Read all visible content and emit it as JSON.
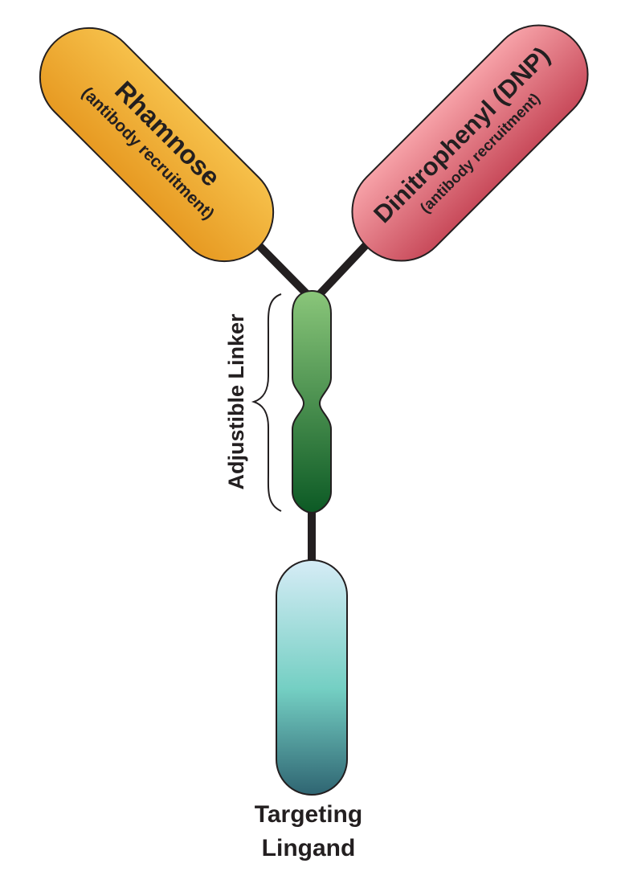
{
  "left_arm": {
    "title": "Rhamnose",
    "subtitle": "(antibody recruitment)"
  },
  "right_arm": {
    "title": "Dinitrophenyl (DNP)",
    "subtitle": "(antibody recruitment)"
  },
  "linker": {
    "label": "Adjustible Linker"
  },
  "ligand": {
    "line1": "Targeting",
    "line2": "Lingand"
  },
  "colors": {
    "rhamnose_light": "#f6c04a",
    "rhamnose_dark": "#e79a22",
    "dnp_light": "#f7a2a8",
    "dnp_dark": "#c84a5a",
    "linker_light": "#8ac67a",
    "linker_dark": "#0c5a25",
    "ligand_top": "#d6ecf6",
    "ligand_mid": "#74cfc3",
    "ligand_bottom": "#2f6572",
    "connector": "#231f20"
  }
}
